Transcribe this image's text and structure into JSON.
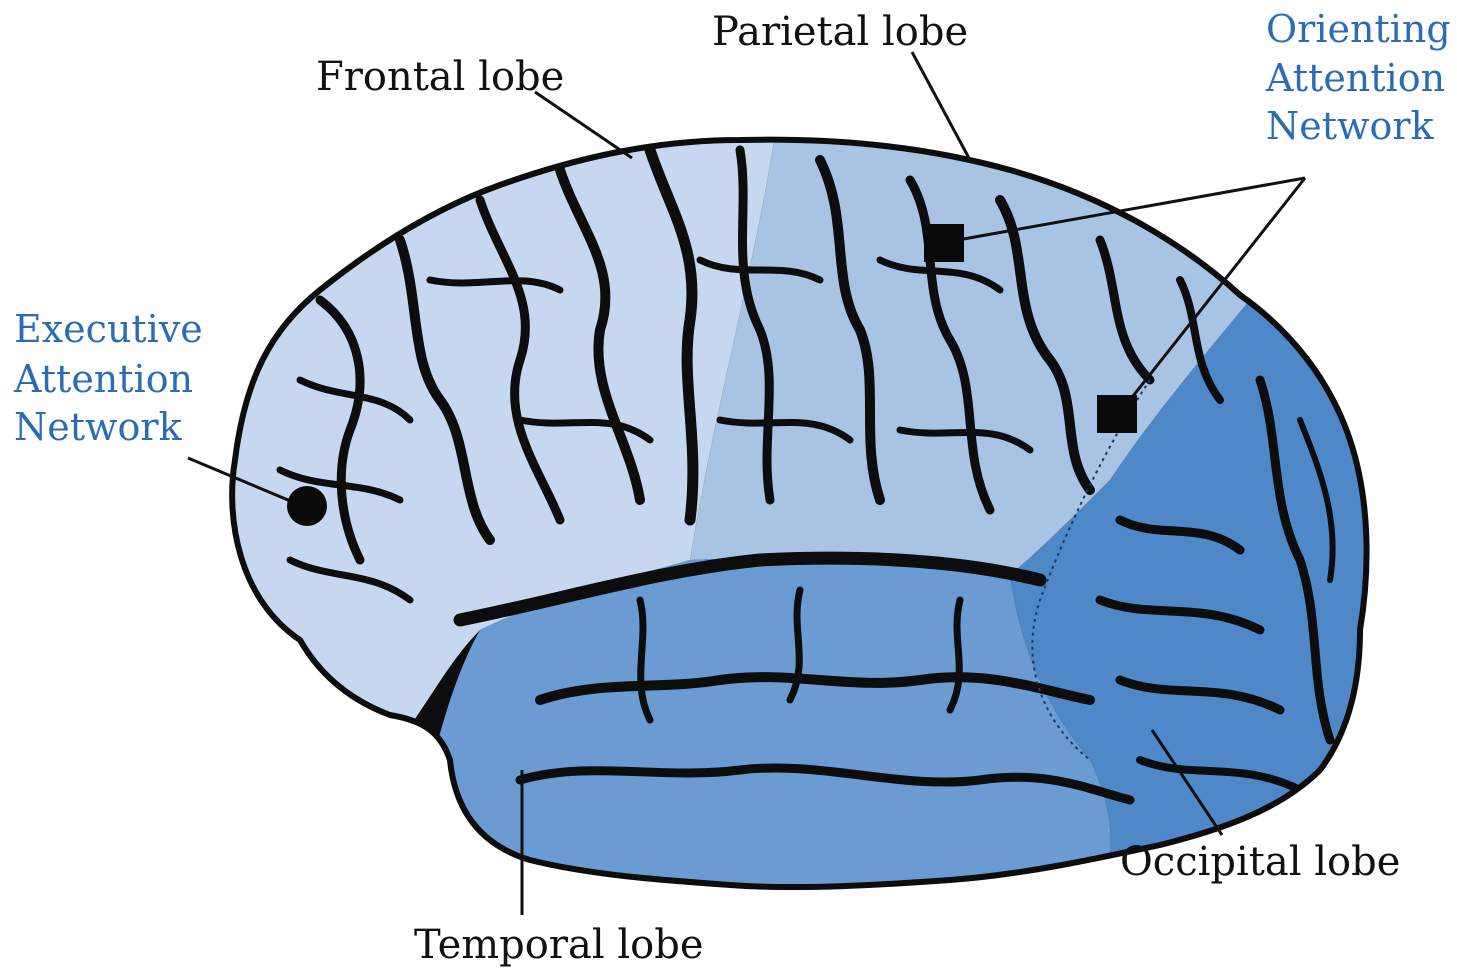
{
  "lobes": {
    "frontal": "Frontal lobe",
    "parietal": "Parietal lobe",
    "temporal": "Temporal lobe",
    "occipital": "Occipital lobe"
  },
  "networks": {
    "executive": [
      "Executive",
      "Attention",
      "Network"
    ],
    "orienting": [
      "Orienting",
      "Attention",
      "Network"
    ]
  },
  "colors": {
    "network_label": "#2a6db5",
    "frontal_fill": "#c6d8ef",
    "parietal_fill": "#a8c3e4",
    "temporal_fill": "#6a9bd3",
    "occipital_fill": "#4f88c9",
    "outline": "#0d0d0d"
  },
  "markers": {
    "executive": "circle-marker",
    "orienting": "square-marker"
  }
}
